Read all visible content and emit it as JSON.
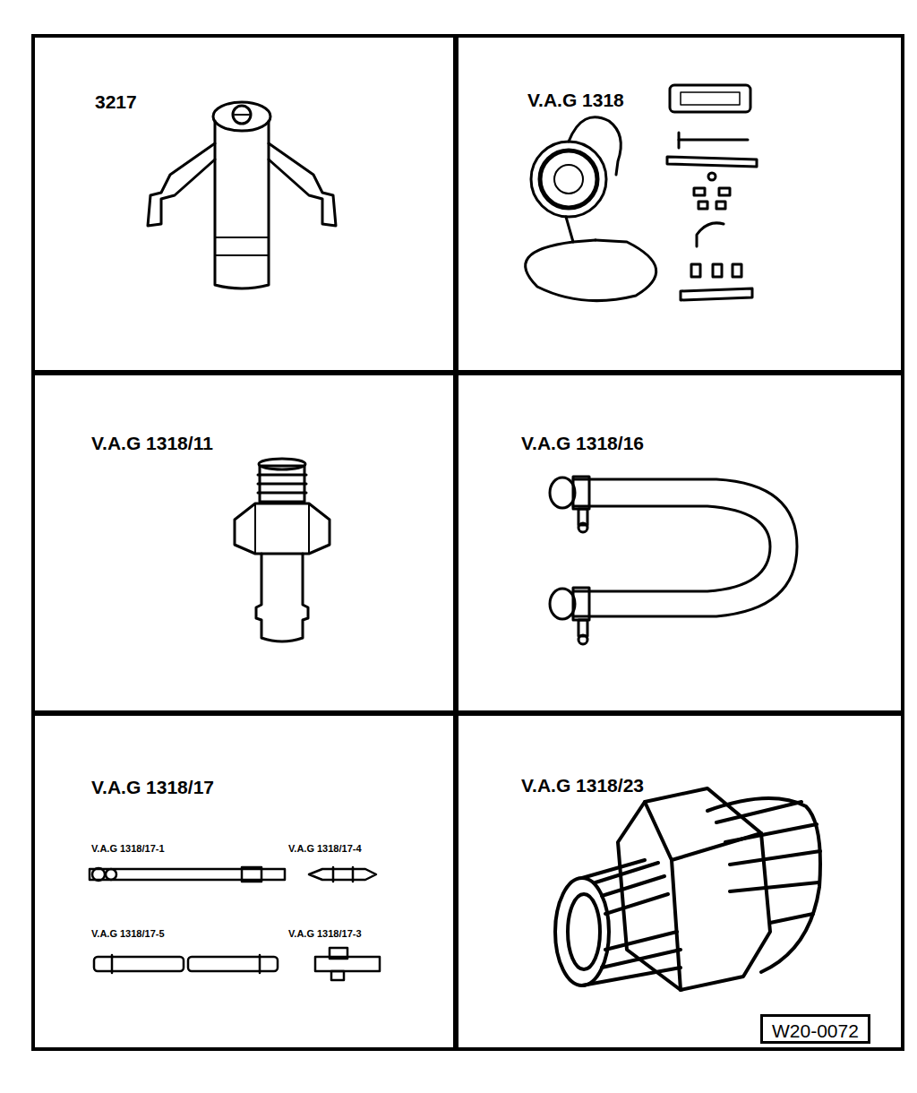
{
  "diagram": {
    "nodes": [
      {
        "text": [
          "3217"
        ]
      },
      {
        "text": [
          "V.A.G 1318"
        ]
      },
      {
        "text": [
          "V.A.G 1318/11"
        ]
      },
      {
        "text": [
          "V.A.G 1318/16"
        ]
      },
      {
        "text": [
          "V.A.G 1318/17",
          "V.A.G 1318/17-1",
          "V.A.G 1318/17-4",
          "V.A.G 1318/17-5",
          "V.A.G 1318/17-3"
        ]
      },
      {
        "text": [
          "V.A.G 1318/23"
        ]
      },
      {
        "text": [
          "W20-0072"
        ],
        "in": 5
      }
    ]
  }
}
